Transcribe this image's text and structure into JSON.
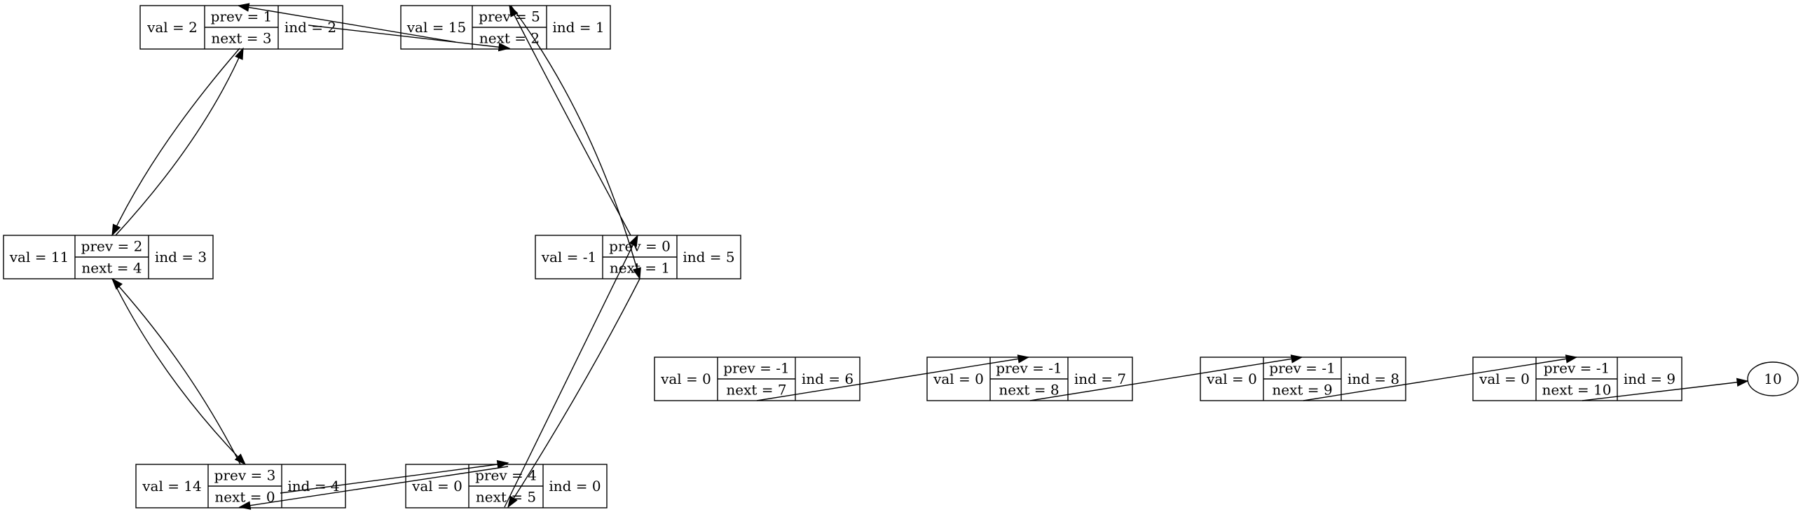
{
  "nodes": [
    {
      "id": "n2",
      "val": "val = 2",
      "prev": "prev = 1",
      "next": "next = 3",
      "ind": "ind = 2"
    },
    {
      "id": "n1",
      "val": "val = 15",
      "prev": "prev = 5",
      "next": "next = 2",
      "ind": "ind = 1"
    },
    {
      "id": "n3",
      "val": "val = 11",
      "prev": "prev = 2",
      "next": "next = 4",
      "ind": "ind = 3"
    },
    {
      "id": "n5",
      "val": "val = -1",
      "prev": "prev = 0",
      "next": "next = 1",
      "ind": "ind = 5"
    },
    {
      "id": "n6",
      "val": "val = 0",
      "prev": "prev = -1",
      "next": "next = 7",
      "ind": "ind = 6"
    },
    {
      "id": "n7",
      "val": "val = 0",
      "prev": "prev = -1",
      "next": "next = 8",
      "ind": "ind = 7"
    },
    {
      "id": "n8",
      "val": "val = 0",
      "prev": "prev = -1",
      "next": "next = 9",
      "ind": "ind = 8"
    },
    {
      "id": "n9",
      "val": "val = 0",
      "prev": "prev = -1",
      "next": "next = 10",
      "ind": "ind = 9"
    },
    {
      "id": "n4",
      "val": "val = 14",
      "prev": "prev = 3",
      "next": "next = 0",
      "ind": "ind = 4"
    },
    {
      "id": "n0",
      "val": "val = 0",
      "prev": "prev = 4",
      "next": "next = 5",
      "ind": "ind = 0"
    }
  ],
  "terminal": {
    "id": "t10",
    "label": "10"
  },
  "edges": [
    {
      "from": "n0",
      "to": "n5"
    },
    {
      "from": "n0",
      "to": "n4"
    },
    {
      "from": "n1",
      "to": "n2"
    },
    {
      "from": "n1",
      "to": "n5"
    },
    {
      "from": "n2",
      "to": "n3"
    },
    {
      "from": "n2",
      "to": "n1"
    },
    {
      "from": "n3",
      "to": "n4"
    },
    {
      "from": "n3",
      "to": "n2"
    },
    {
      "from": "n4",
      "to": "n0"
    },
    {
      "from": "n4",
      "to": "n3"
    },
    {
      "from": "n5",
      "to": "n1"
    },
    {
      "from": "n5",
      "to": "n0"
    },
    {
      "from": "n6",
      "to": "n7"
    },
    {
      "from": "n7",
      "to": "n8"
    },
    {
      "from": "n8",
      "to": "n9"
    },
    {
      "from": "n9",
      "to": "t10"
    }
  ]
}
